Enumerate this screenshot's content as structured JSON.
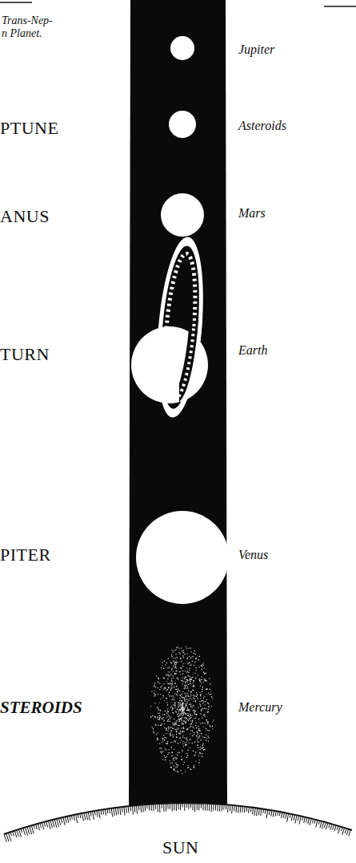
{
  "diagram": {
    "labels": [
      "Trans-Nep- n Planet.",
      "Jupiter",
      "PTUNE",
      "Asteroids",
      "ANUS",
      "Mars",
      "TURN",
      "Earth",
      "PITER",
      "Venus",
      "STEROIDS",
      "Mercury",
      "SUN"
    ]
  }
}
